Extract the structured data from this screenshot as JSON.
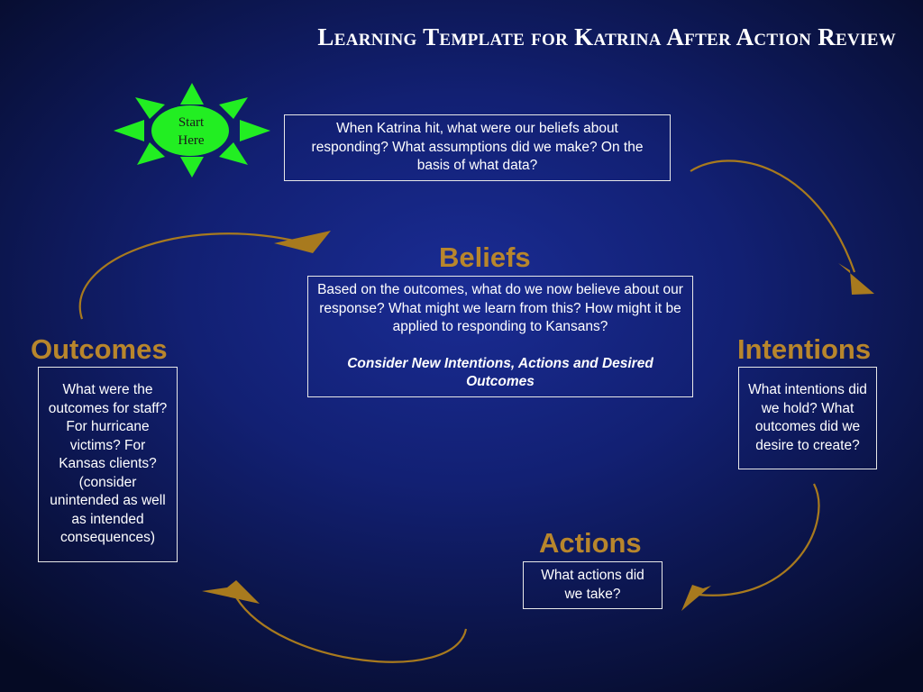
{
  "title": "Learning Template for Katrina After Action Review",
  "start": {
    "line1": "Start",
    "line2": "Here"
  },
  "beliefs": {
    "heading": "Beliefs",
    "text": "Based on the outcomes, what do we now believe about our response?  What might we learn from this?  How might it be applied to responding to Kansans?",
    "emphasis": "Consider New Intentions, Actions and Desired Outcomes"
  },
  "start_question": "When Katrina hit, what were our beliefs about responding?  What assumptions did we make?  On the basis of what data?",
  "intentions": {
    "heading": "Intentions",
    "text": "What intentions did we hold?  What outcomes did we desire to create?"
  },
  "actions": {
    "heading": "Actions",
    "text": "What actions did we take?"
  },
  "outcomes": {
    "heading": "Outcomes",
    "text": "What were the outcomes for staff?  For hurricane victims?  For Kansas clients?  (consider unintended as well as intended consequences)"
  },
  "colors": {
    "heading": "#b8862c",
    "arrow": "#a87a1e",
    "sun": "#22ee22",
    "background": "#122073"
  },
  "icons": [
    "sun-burst-icon",
    "curved-arrow-icon"
  ]
}
